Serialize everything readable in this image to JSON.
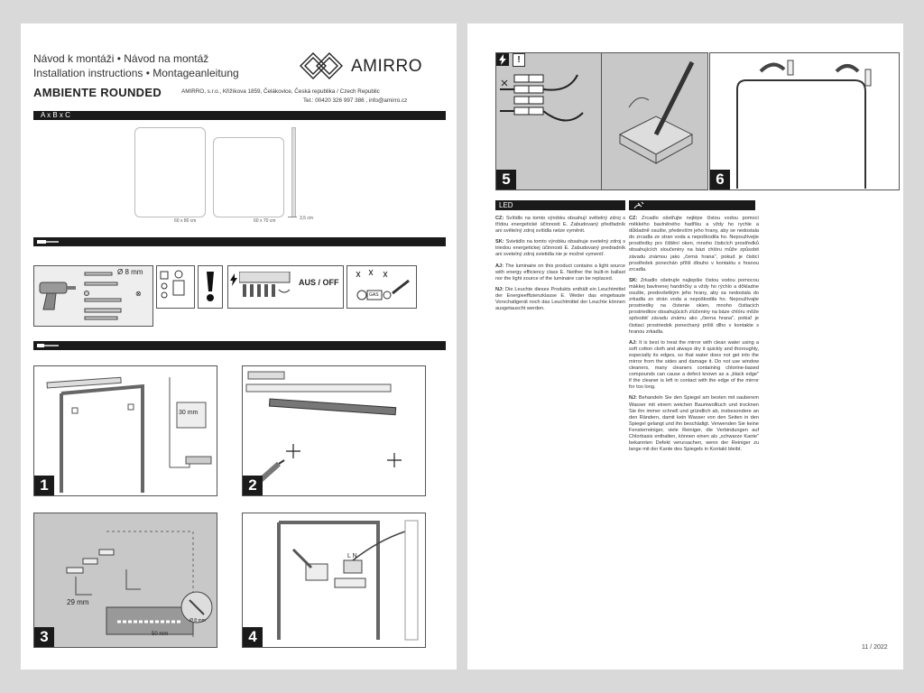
{
  "header": {
    "title_line1": "Návod k montáži • Návod na montáž",
    "title_line2": "Installation instructions • Montageanleitung",
    "product": "AMBIENTE ROUNDED",
    "brand": "AMIRRO",
    "company": "AMIRRO, s.r.o.,  Křižíkova 1859, Čelákovice, Česká republika / Czech Republic",
    "contact": "Tel.: 00420 326 997 386 , info@amirro.cz"
  },
  "dimensions": {
    "bar_label": "A x B x C",
    "size1": "60 x 80 cm",
    "size2": "60 x 70 cm",
    "depth": "3,5 cm"
  },
  "tools": {
    "drill_bit": "Ø 8 mm",
    "power_off": "AUS / OFF",
    "gas": "GAS"
  },
  "steps": {
    "s1": "1",
    "s2": "2",
    "s3": "3",
    "s4": "4",
    "s5": "5",
    "s6": "6",
    "s1_measure": "30 mm",
    "s3_spacing": "29 mm",
    "s3_bit": "Ø 8 mm",
    "s3_depth": "50 mm",
    "s4_wires": "L N"
  },
  "led": {
    "heading": "LED",
    "cz": {
      "label": "CZ:",
      "text": "Svítidlo na tomto výrobku obsahují světelný zdroj s třídou energetické účinnosti E. Zabudovaný předřadník ani světelný zdroj svítidla nelze vyměnit."
    },
    "sk": {
      "label": "SK:",
      "text": "Svietidlo na tomto výrobku obsahuje svetelný zdroj s triedou energetickej účinnosti E. Zabudovaný predradník ani svetelný zdroj svietidla nie je možné vymeniť."
    },
    "en": {
      "label": "AJ:",
      "text": "The luminaire on this product contains a light source with energy efficiency class E. Neither the built-in ballast nor the light source of the luminaire can be replaced."
    },
    "de": {
      "label": "NJ:",
      "text": "Die Leuchte dieses Produkts enthält ein Leuchtmittel der Energieeffizienzklasse E. Weder das eingebaute Vorschaltgerät noch das Leuchtmittel der Leuchte können ausgetauscht werden."
    }
  },
  "care": {
    "cz": {
      "label": "CZ:",
      "text": "Zrcadlo ošetřujte nejlépe čistou vodou pomocí měkkého bavlněného hadříku a vždy ho rychle a důkladně osušte, především jeho hrany, aby se nedostala do zrcadla ze stran voda a nepoškodila ho. Nepoužívejte prostředky pro čištění oken, mnoho čisticích prostředků obsahujících sloučeniny na bázi chlóru může způsobit závadu známou jako „černá hrana\", pokud je čisticí prostředek ponechán příliš dlouho v kontaktu s hranou zrcadla."
    },
    "sk": {
      "label": "SK:",
      "text": "Zrkadlo ošetrujte najlepšie čistou vodou pomocou mäkkej bavlnenej handričky a vždy ho rýchlo a dôkladne osušte, predovšetkým jeho hrany, aby sa nedostala do zrkadla zo strán voda a nepoškodila ho. Nepoužívajte prostriedky na čistenie okien, mnoho čistiacich prostriedkov obsahujúcich zlúčeniny na báze chlóru môže spôsobiť závadu známu ako „čierna hrana\", pokiaľ je čistiaci prostriedok ponechaný príliš dlho v kontakte s hranou zrkadla."
    },
    "en": {
      "label": "AJ:",
      "text": "It is best to treat the mirror with clean water using a soft cotton cloth and always dry it quickly and thoroughly, especially its edges, so that water does not get into the mirror from the sides and damage it. Do not use window cleaners, many cleaners containing chlorine-based compounds can cause a defect known as a „black edge\" if the cleaner is left in contact with the edge of the mirror for too long."
    },
    "de": {
      "label": "NJ:",
      "text": "Behandeln Sie den Spiegel am besten mit sauberem Wasser mit einem weichen Baumwolltuch und trocknen Sie ihn immer schnell und gründlich ab, insbesondere an den Rändern, damit kein Wasser von den Seiten in den Spiegel gelangt und ihn beschädigt. Verwenden Sie keine Fensterreiniger, viele Reiniger, die Verbindungen auf Chlorbasis enthalten, können einen als „schwarze Kante\" bekannten Defekt verursachen, wenn der Reiniger zu lange mit der Kante des Spiegels in Kontakt bleibt."
    }
  },
  "footer": {
    "date": "11 / 2022"
  }
}
